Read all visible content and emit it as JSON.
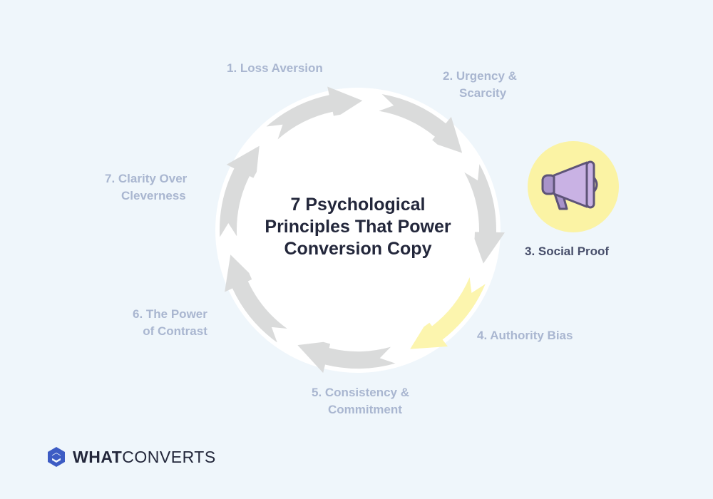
{
  "diagram": {
    "title_lines": [
      "7  Psychological",
      "Principles That Power",
      "Conversion Copy"
    ],
    "principles": [
      {
        "lines": [
          "1. Loss Aversion"
        ],
        "active": false
      },
      {
        "lines": [
          "2. Urgency &",
          "Scarcity"
        ],
        "active": false
      },
      {
        "lines": [
          "3. Social Proof"
        ],
        "active": true
      },
      {
        "lines": [
          "4. Authority Bias"
        ],
        "active": false
      },
      {
        "lines": [
          "5. Consistency &",
          "Commitment"
        ],
        "active": false
      },
      {
        "lines": [
          "6. The Power",
          "of Contrast"
        ],
        "active": false
      },
      {
        "lines": [
          "7. Clarity Over",
          "Cleverness"
        ],
        "active": false
      }
    ],
    "active_icon": "megaphone-icon"
  },
  "logo": {
    "bold": "WHAT",
    "light": "CONVERTS",
    "icon": "whatconverts-logo-icon"
  },
  "colors": {
    "background": "#eff6fb",
    "arrow_inactive": "#dadbdb",
    "arrow_active": "#fcf5ae",
    "label_inactive": "#a9b6d0",
    "label_active": "#474e6a",
    "icon_circle": "#fbf3a4",
    "megaphone_fill": "#c9b2e4",
    "megaphone_stroke": "#5e5478",
    "logo_blue": "#3d5cc4",
    "title": "#23273b"
  }
}
